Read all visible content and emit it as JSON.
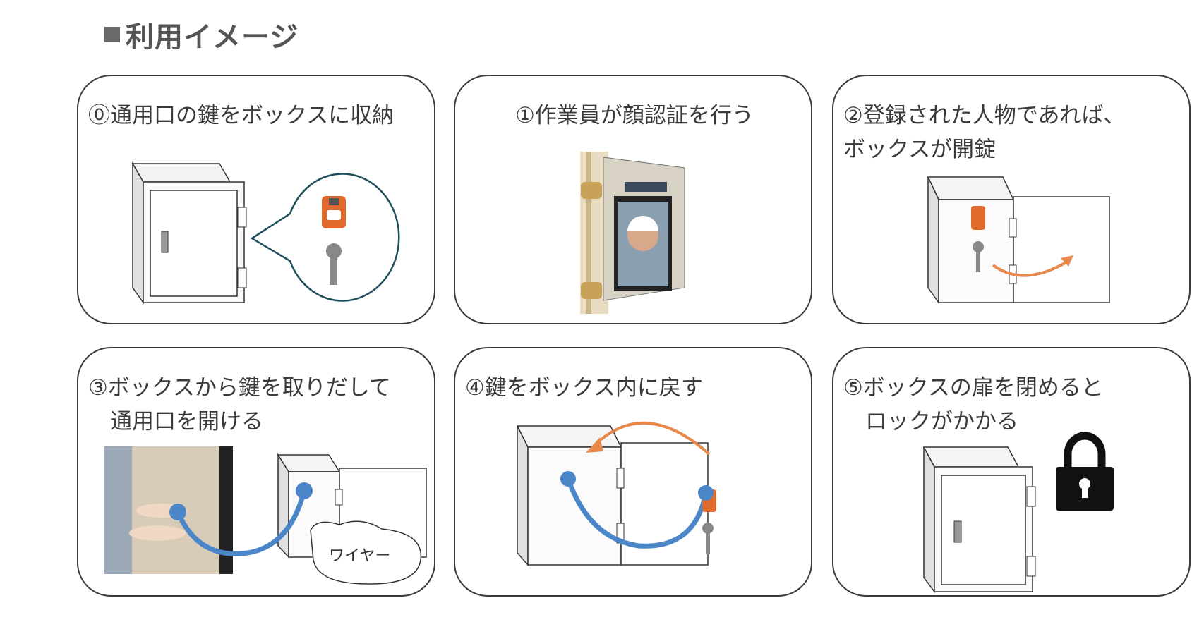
{
  "title": "利用イメージ",
  "steps": [
    {
      "lines": [
        "⓪通用口の鍵をボックスに収納"
      ]
    },
    {
      "lines": [
        "①作業員が顔認証を行う"
      ]
    },
    {
      "lines": [
        "②登録された人物であれば、",
        "ボックスが開錠"
      ]
    },
    {
      "lines": [
        "③ボックスから鍵を取りだして",
        "　通用口を開ける"
      ],
      "callout": "ワイヤー"
    },
    {
      "lines": [
        "④鍵をボックス内に戻す"
      ]
    },
    {
      "lines": [
        "⑤ボックスの扉を閉めると",
        "　ロックがかかる"
      ]
    }
  ],
  "colors": {
    "wire": "#4a86c8",
    "arrow": "#e8884a",
    "key_tag": "#e06a2c",
    "border": "#3a3a3a"
  }
}
